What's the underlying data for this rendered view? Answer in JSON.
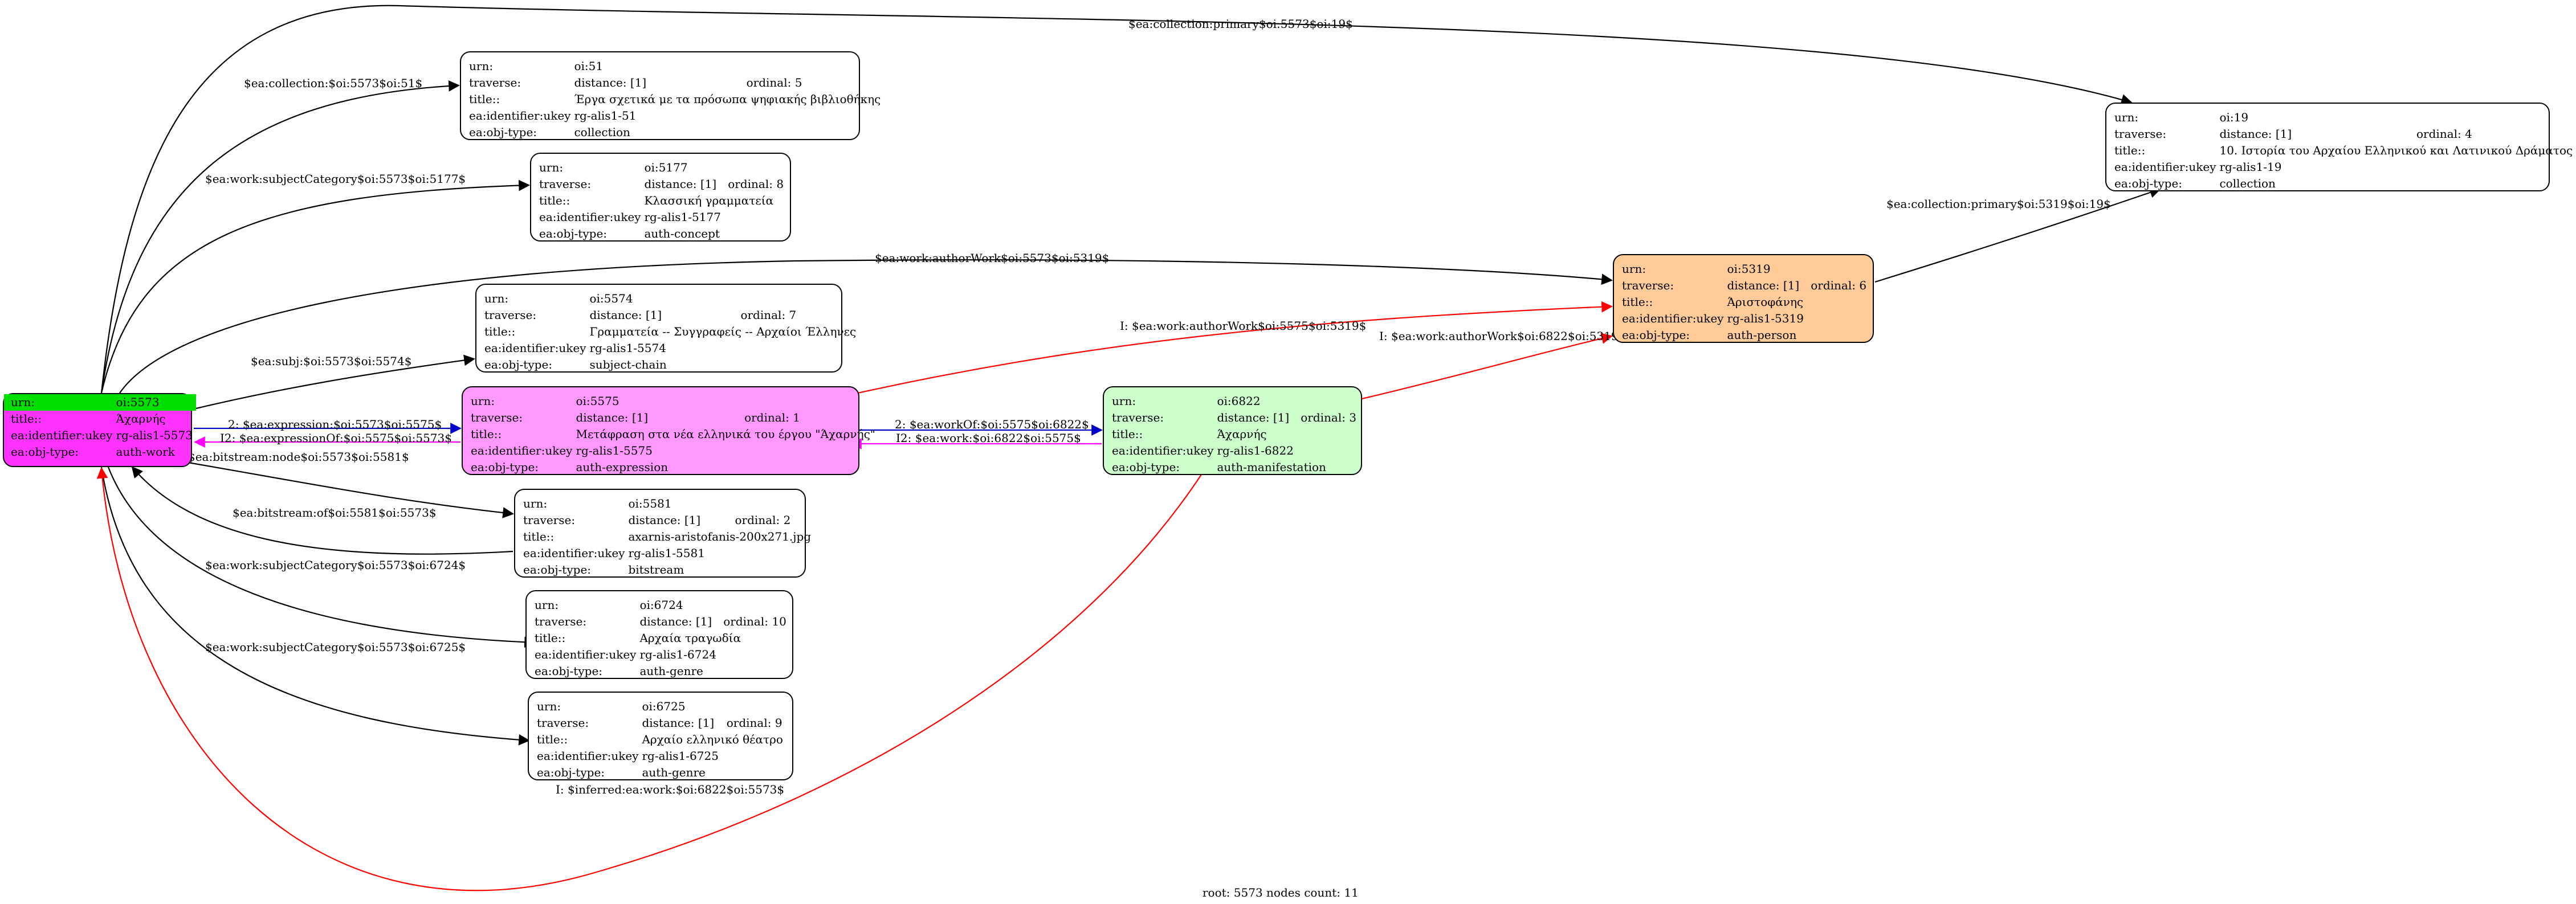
{
  "footer": "root: 5573 nodes count: 11",
  "colors": {
    "root_fill": "#ff33ff",
    "root_header": "#00e000",
    "expression_fill": "#ff99ff",
    "manifestation_fill": "#ccffcc",
    "person_fill": "#ffcc99",
    "edge_default": "#000000",
    "edge_inferred": "#ff0000",
    "edge_forward": "#0000cc",
    "edge_inverse": "#ff00ff"
  },
  "labels": {
    "urn": "urn:",
    "traverse": "traverse:",
    "title": "title::",
    "ukey": "ea:identifier:ukey",
    "objtype": "ea:obj-type:"
  },
  "nodes": {
    "n5573": {
      "urn": "oi:5573",
      "title": "Άχαρνής",
      "ukey": "rg-alis1-5573",
      "objtype": "auth-work"
    },
    "n51": {
      "urn": "oi:51",
      "distance": "distance: [1]",
      "ordinal": "ordinal: 5",
      "title": "Έργα σχετικά με τα πρόσωπα ψηφιακής βιβλιοθήκης",
      "ukey": "rg-alis1-51",
      "objtype": "collection"
    },
    "n5177": {
      "urn": "oi:5177",
      "distance": "distance: [1]",
      "ordinal": "ordinal: 8",
      "title": "Κλασσική γραμματεία",
      "ukey": "rg-alis1-5177",
      "objtype": "auth-concept"
    },
    "n5574": {
      "urn": "oi:5574",
      "distance": "distance: [1]",
      "ordinal": "ordinal: 7",
      "title": "Γραμματεία -- Συγγραφείς -- Αρχαίοι Έλληνες",
      "ukey": "rg-alis1-5574",
      "objtype": "subject-chain"
    },
    "n5575": {
      "urn": "oi:5575",
      "distance": "distance: [1]",
      "ordinal": "ordinal: 1",
      "title": "Μετάφραση στα νέα ελληνικά του έργου \"Άχαρνής\"",
      "ukey": "rg-alis1-5575",
      "objtype": "auth-expression"
    },
    "n6822": {
      "urn": "oi:6822",
      "distance": "distance: [1]",
      "ordinal": "ordinal: 3",
      "title": "Άχαρνής",
      "ukey": "rg-alis1-6822",
      "objtype": "auth-manifestation"
    },
    "n5319": {
      "urn": "oi:5319",
      "distance": "distance: [1]",
      "ordinal": "ordinal: 6",
      "title": "Άριστοφάνης",
      "ukey": "rg-alis1-5319",
      "objtype": "auth-person"
    },
    "n19": {
      "urn": "oi:19",
      "distance": "distance: [1]",
      "ordinal": "ordinal: 4",
      "title": "10. Ιστορία του Αρχαίου Ελληνικού και Λατινικού Δράματος",
      "ukey": "rg-alis1-19",
      "objtype": "collection"
    },
    "n5581": {
      "urn": "oi:5581",
      "distance": "distance: [1]",
      "ordinal": "ordinal: 2",
      "title": "axarnis-aristofanis-200x271.jpg",
      "ukey": "rg-alis1-5581",
      "objtype": "bitstream"
    },
    "n6724": {
      "urn": "oi:6724",
      "distance": "distance: [1]",
      "ordinal": "ordinal: 10",
      "title": "Αρχαία τραγωδία",
      "ukey": "rg-alis1-6724",
      "objtype": "auth-genre"
    },
    "n6725": {
      "urn": "oi:6725",
      "distance": "distance: [1]",
      "ordinal": "ordinal: 9",
      "title": "Αρχαίο ελληνικό θέατρο",
      "ukey": "rg-alis1-6725",
      "objtype": "auth-genre"
    }
  },
  "edges": {
    "e_col19_root": "$ea:collection:primary$oi:5573$oi:19$",
    "e_col51": "$ea:collection:$oi:5573$oi:51$",
    "e_subjcat5177": "$ea:work:subjectCategory$oi:5573$oi:5177$",
    "e_author": "$ea:work:authorWork$oi:5573$oi:5319$",
    "e_subj5574": "$ea:subj:$oi:5573$oi:5574$",
    "e_expr": "2: $ea:expression:$oi:5573$oi:5575$",
    "e_exprof": "I2: $ea:expressionOf:$oi:5575$oi:5573$",
    "e_bsnode": "$ea:bitstream:node$oi:5573$oi:5581$",
    "e_bsof": "$ea:bitstream:of$oi:5581$oi:5573$",
    "e_subjcat6724": "$ea:work:subjectCategory$oi:5573$oi:6724$",
    "e_subjcat6725": "$ea:work:subjectCategory$oi:5573$oi:6725$",
    "e_workof": "2: $ea:workOf:$oi:5575$oi:6822$",
    "e_work": "I2: $ea:work:$oi:6822$oi:5575$",
    "e_inf_author5575": "I: $ea:work:authorWork$oi:5575$oi:5319$",
    "e_inf_author6822": "I: $ea:work:authorWork$oi:6822$oi:5319$",
    "e_col19_person": "$ea:collection:primary$oi:5319$oi:19$",
    "e_inferred_work": "I: $inferred:ea:work:$oi:6822$oi:5573$"
  }
}
